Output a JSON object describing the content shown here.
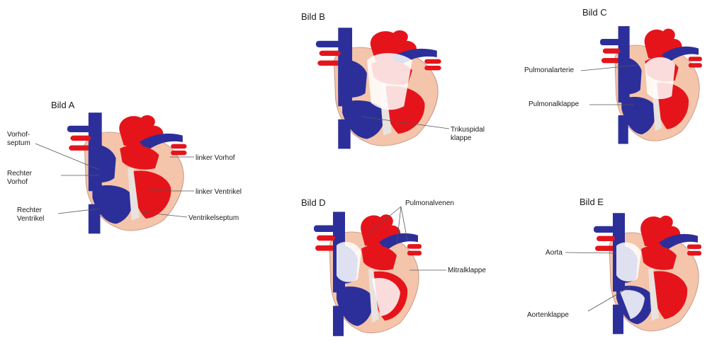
{
  "colors": {
    "blue": "#2c2f9a",
    "red": "#e5141b",
    "skin": "#f4c5aa",
    "tissue": "#e8e3df",
    "white": "#ffffff"
  },
  "panels": {
    "a": {
      "title": "Bild A",
      "labels": {
        "vorhofseptum_1": "Vorhof-",
        "vorhofseptum_2": "septum",
        "rechter_vorhof_1": "Rechter",
        "rechter_vorhof_2": "Vorhof",
        "rechter_ventrikel_1": "Rechter",
        "rechter_ventrikel_2": "Ventrikel",
        "linker_vorhof": "linker Vorhof",
        "linker_ventrikel": "linker Ventrikel",
        "ventrikelseptum": "Ventrikelseptum"
      }
    },
    "b": {
      "title": "Bild B",
      "labels": {
        "trikuspidal_1": "Trikuspidal",
        "trikuspidal_2": "klappe"
      }
    },
    "c": {
      "title": "Bild C",
      "labels": {
        "pulmonalarterie": "Pulmonalarterie",
        "pulmonalklappe": "Pulmonalklappe"
      }
    },
    "d": {
      "title": "Bild D",
      "labels": {
        "pulmonalvenen": "Pulmonalvenen",
        "mitralklappe": "Mitralklappe"
      }
    },
    "e": {
      "title": "Bild E",
      "labels": {
        "aorta": "Aorta",
        "aortenklappe": "Aortenklappe"
      }
    }
  }
}
